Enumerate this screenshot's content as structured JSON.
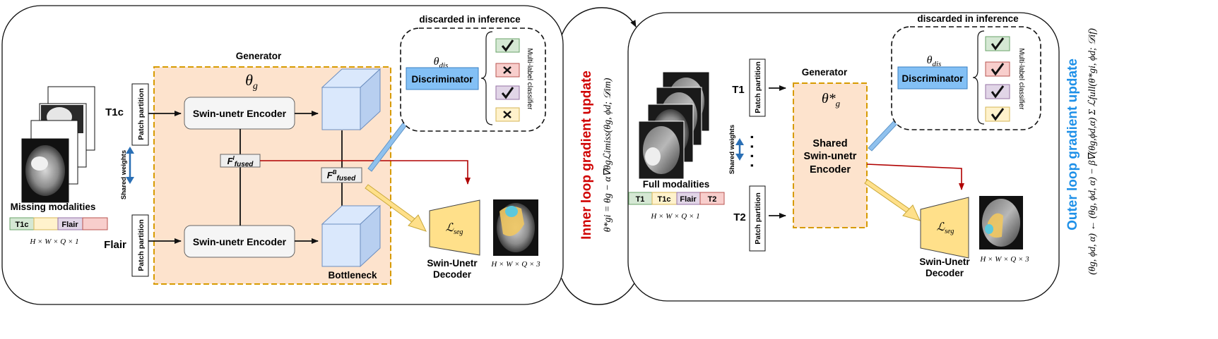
{
  "left_panel": {
    "generator_title": "Generator",
    "theta_g": "θ",
    "theta_g_sub": "g",
    "encoder_top": "Swin-unetr Encoder",
    "encoder_bottom": "Swin-unetr Encoder",
    "input_top": "T1c",
    "input_bottom": "Flair",
    "patch_partition": "Patch partition",
    "shared_weights": "Shared weights",
    "f_fused_i": "F",
    "f_fused_i_sup": "I",
    "f_fused_i_sub": "fused",
    "f_fused_b": "F",
    "f_fused_b_sup": "B",
    "f_fused_b_sub": "fused",
    "bottleneck": "Bottleneck",
    "missing_modalities": "Missing modalities",
    "modalities": [
      "T1c",
      "",
      "Flair",
      ""
    ],
    "dims_input": "H × W × Q × 1",
    "discarded": "discarded in inference",
    "theta_dis": "θ",
    "theta_dis_sub": "dis",
    "discriminator": "Discriminator",
    "classifier_label": "Multi-label classifier",
    "marks": [
      "check",
      "cross",
      "check",
      "cross"
    ],
    "loss": "ℒ",
    "loss_sub": "seg",
    "decoder_line1": "Swin-Unetr",
    "decoder_line2": "Decoder",
    "dims_output": "H × W × Q × 3"
  },
  "inner_loop": {
    "title": "Inner loop gradient update",
    "formula": "θ*gi = θg − α∇θgℒimiss(θg, ϕd; 𝒟im)"
  },
  "right_panel": {
    "generator_title": "Generator",
    "theta_g": "θ*",
    "theta_g_sub": "g",
    "encoder_line1": "Shared",
    "encoder_line2": "Swin-unetr",
    "encoder_line3": "Encoder",
    "input_top": "T1",
    "input_bottom": "T2",
    "ellipsis": "· · · ·",
    "patch_partition": "Patch partition",
    "shared_weights": "Shared weights",
    "full_modalities": "Full modalities",
    "modalities": [
      "T1",
      "T1c",
      "Flair",
      "T2"
    ],
    "dims_input": "H × W × Q × 1",
    "discarded": "discarded in inference",
    "theta_dis": "θ",
    "theta_dis_sub": "dis",
    "discriminator": "Discriminator",
    "classifier_label": "Multi-label classifier",
    "marks": [
      "check",
      "check",
      "check",
      "check"
    ],
    "loss": "ℒ",
    "loss_sub": "seg",
    "decoder_line1": "Swin-Unetr",
    "decoder_line2": "Decoder",
    "dims_output": "H × W × Q × 3"
  },
  "outer_loop": {
    "title": "Outer loop gradient update",
    "formula": "(θg, ϕd, α) ← (θg, ϕd, α) − β∇(θg,ϕd,α) Σ ℒfull(θ*gi, ϕd; 𝒟if)"
  },
  "colors": {
    "generator_fill": "#fde3cd",
    "generator_border": "#d79b00",
    "discriminator_fill": "#83c0f5",
    "inner_title": "#d00000",
    "outer_title": "#1e90e8",
    "mod_t1": "#d5e8d4",
    "mod_t1c": "#fff2cc",
    "mod_flair": "#e1d5e7",
    "mod_t2": "#f8cecc",
    "decoder_fill": "#ffe08a",
    "cube_fill": "#dae8fc"
  }
}
